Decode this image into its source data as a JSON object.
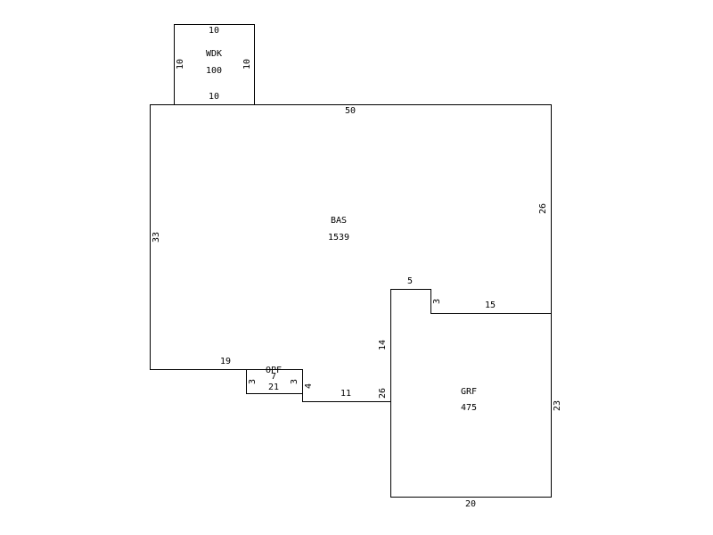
{
  "colors": {
    "line": "#000000",
    "background": "#ffffff"
  },
  "areas": {
    "wdk": {
      "code": "WDK",
      "area": "100"
    },
    "bas": {
      "code": "BAS",
      "area": "1539"
    },
    "grf": {
      "code": "GRF",
      "area": "475"
    },
    "opf": {
      "code": "OPF",
      "area": "21"
    }
  },
  "dims": {
    "wdk_top": "10",
    "wdk_bottom": "10",
    "wdk_left": "10",
    "wdk_right": "10",
    "bas_top": "50",
    "bas_right": "26",
    "bas_left": "33",
    "bas_bottom_left": "19",
    "grf_top_left": "5",
    "grf_notch": "3",
    "grf_top_right": "15",
    "grf_left_upper": "14",
    "grf_left_lower": "26",
    "grf_right": "23",
    "grf_bottom": "20",
    "opf_left": "3",
    "opf_right": "3",
    "opf_top": "7",
    "step_down": "4",
    "bas_bottom_mid": "11"
  }
}
